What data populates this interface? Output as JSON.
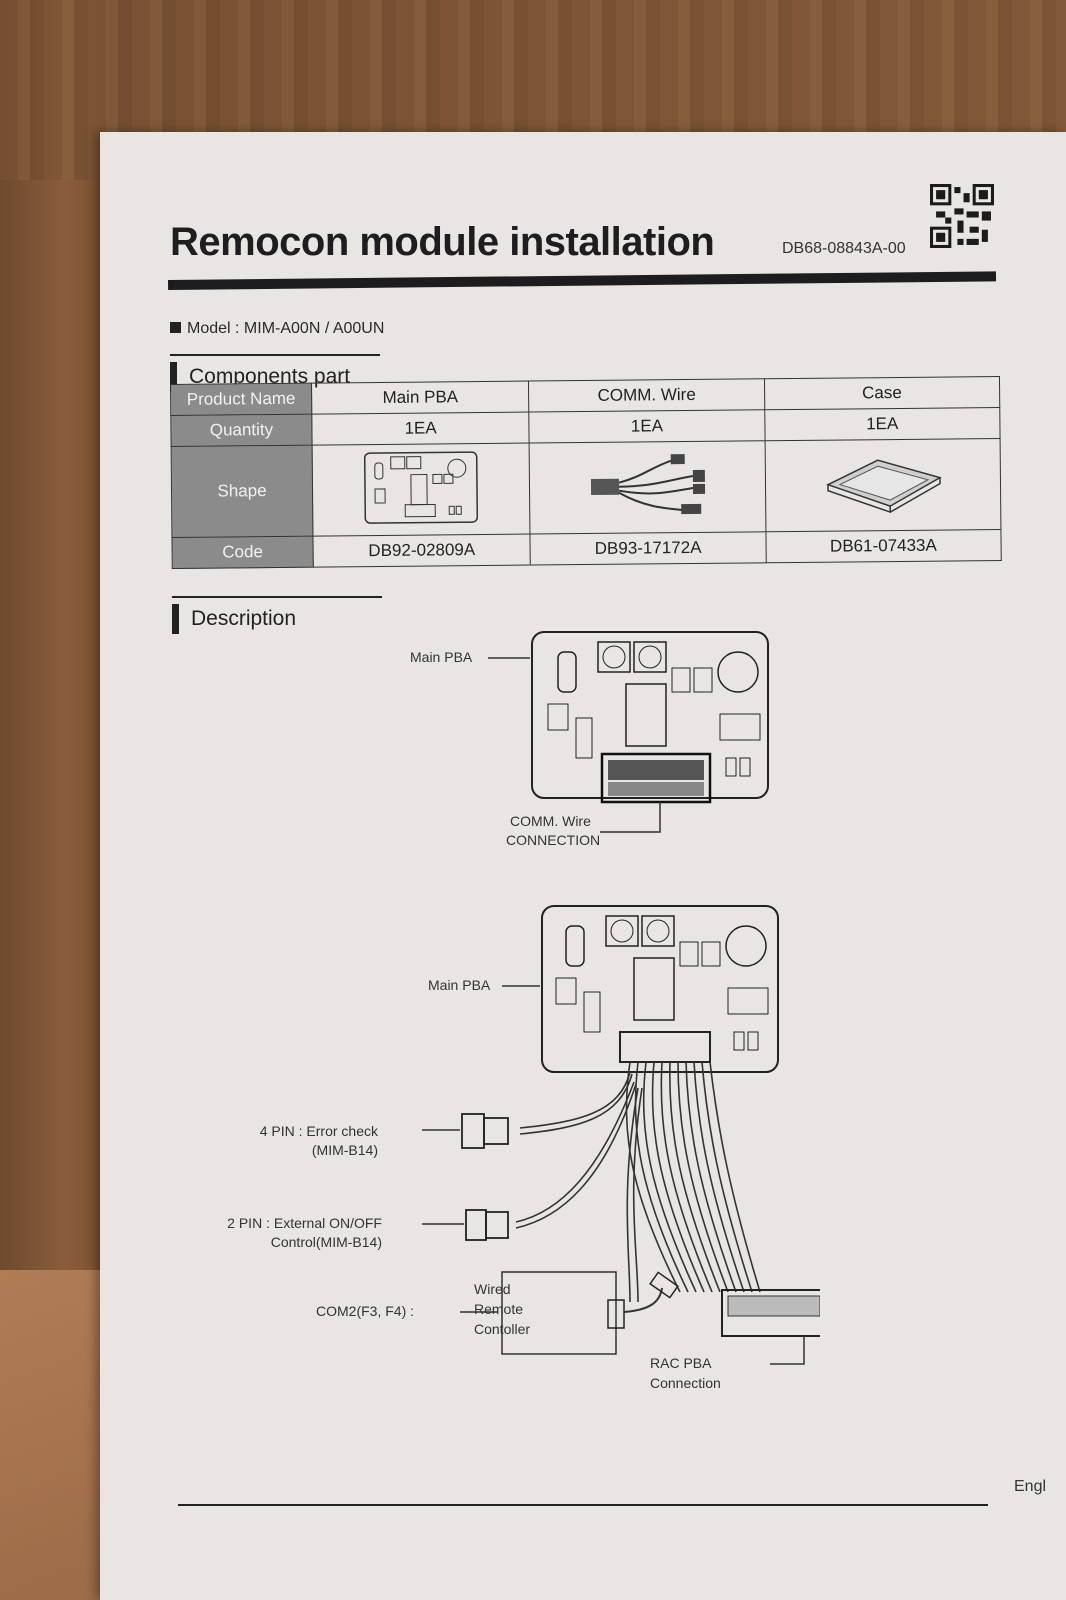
{
  "document": {
    "title": "Remocon module installation",
    "doc_code": "DB68-08843A-00",
    "model_label": "Model : MIM-A00N / A00UN",
    "footer_lang": "Engl"
  },
  "components": {
    "heading": "Components part",
    "row_headers": [
      "Product Name",
      "Quantity",
      "Shape",
      "Code"
    ],
    "items": [
      {
        "name": "Main PBA",
        "quantity": "1EA",
        "code": "DB92-02809A",
        "shape_icon": "pcb-board-icon"
      },
      {
        "name": "COMM. Wire",
        "quantity": "1EA",
        "code": "DB93-17172A",
        "shape_icon": "wire-harness-icon"
      },
      {
        "name": "Case",
        "quantity": "1EA",
        "code": "DB61-07433A",
        "shape_icon": "case-tray-icon"
      }
    ]
  },
  "description": {
    "heading": "Description",
    "diagram1": {
      "main_pba_label": "Main PBA",
      "comm_wire_label_1": "COMM. Wire",
      "comm_wire_label_2": "CONNECTION"
    },
    "diagram2": {
      "main_pba_label": "Main PBA",
      "pin4_label_1": "4 PIN : Error check",
      "pin4_label_2": "(MIM-B14)",
      "pin2_label_1": "2 PIN : External ON/OFF",
      "pin2_label_2": "Control(MIM-B14)",
      "com2_label": "COM2(F3, F4) :",
      "remote_label_1": "Wired",
      "remote_label_2": "Remote",
      "remote_label_3": "Contoller",
      "rac_label_1": "RAC PBA",
      "rac_label_2": "Connection"
    }
  }
}
